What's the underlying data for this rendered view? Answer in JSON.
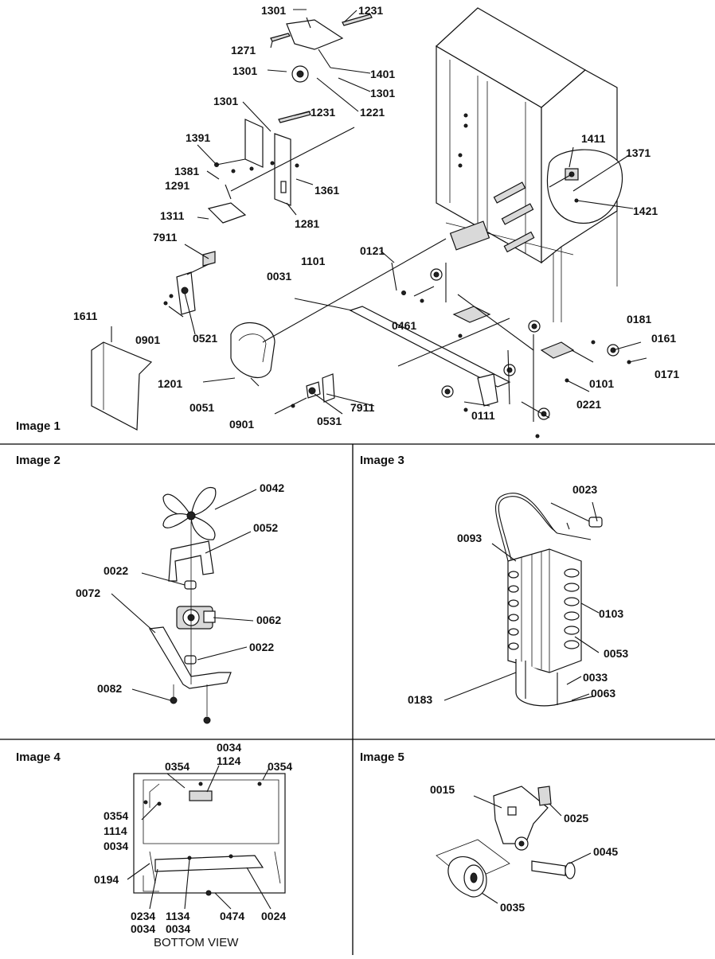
{
  "panels": {
    "p1": {
      "title": "Image 1",
      "labels": {
        "a1301": "1301",
        "a1231": "1231",
        "a1271": "1271",
        "b1301": "1301",
        "a1401": "1401",
        "c1301": "1301",
        "a1221": "1221",
        "d1301": "1301",
        "b1231": "1231",
        "a1391": "1391",
        "a1381": "1381",
        "a1361": "1361",
        "a1291": "1291",
        "a1311": "1311",
        "a1281": "1281",
        "a7911": "7911",
        "a0031": "0031",
        "a1101": "1101",
        "a0121": "0121",
        "a1611": "1611",
        "a0901": "0901",
        "a0521": "0521",
        "a0461": "0461",
        "a1201": "1201",
        "a0051": "0051",
        "b0901": "0901",
        "a0531": "0531",
        "b7911": "7911",
        "a0111": "0111",
        "a0101": "0101",
        "a0221": "0221",
        "a0181": "0181",
        "a0161": "0161",
        "a0171": "0171",
        "a1411": "1411",
        "a1371": "1371",
        "a1421": "1421"
      }
    },
    "p2": {
      "title": "Image 2",
      "labels": {
        "a0042": "0042",
        "a0052": "0052",
        "a0022": "0022",
        "a0072": "0072",
        "a0062": "0062",
        "b0022": "0022",
        "a0082": "0082"
      }
    },
    "p3": {
      "title": "Image 3",
      "labels": {
        "a0023": "0023",
        "a0093": "0093",
        "a0103": "0103",
        "a0053": "0053",
        "a0183": "0183",
        "a0033": "0033",
        "a0063": "0063"
      }
    },
    "p4": {
      "title": "Image 4",
      "caption": "BOTTOM VIEW",
      "labels": {
        "a0034": "0034",
        "a1124": "1124",
        "a0354": "0354",
        "b0354": "0354",
        "c0354": "0354",
        "a1114": "1114",
        "b0034": "0034",
        "a0194": "0194",
        "a0234": "0234",
        "a1134": "1134",
        "a0474": "0474",
        "a0024": "0024",
        "c0034": "0034",
        "d0034": "0034"
      }
    },
    "p5": {
      "title": "Image 5",
      "labels": {
        "a0015": "0015",
        "a0025": "0025",
        "a0045": "0045",
        "a0035": "0035"
      }
    }
  }
}
